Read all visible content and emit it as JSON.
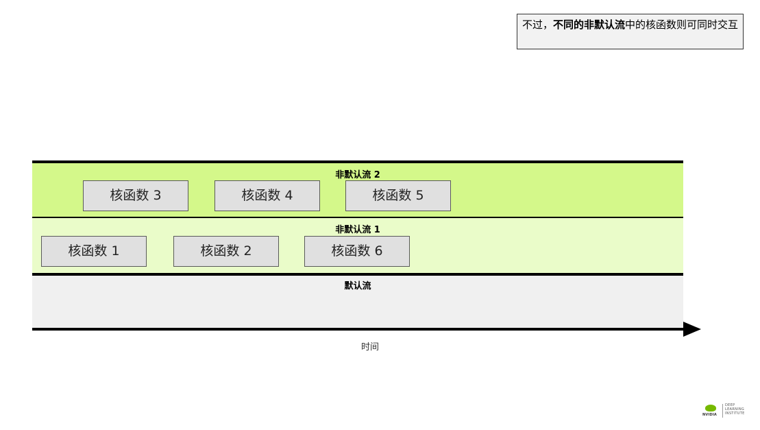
{
  "callout": {
    "prefix": "不过，",
    "bold": "不同的非默认流",
    "suffix": "中的核函数则可同时交互"
  },
  "lanes": {
    "non_default_2": "非默认流 2",
    "non_default_1": "非默认流 1",
    "default": "默认流"
  },
  "kernels": {
    "k3": "核函数 3",
    "k4": "核函数 4",
    "k5": "核函数 5",
    "k1": "核函数 1",
    "k2": "核函数 2",
    "k6": "核函数 6"
  },
  "axis": {
    "label": "时间"
  },
  "logo": {
    "brand": "NVIDIA",
    "line1": "DEEP",
    "line2": "LEARNING",
    "line3": "INSTITUTE"
  },
  "colors": {
    "non_default_2_lane": "#d4f88a",
    "non_default_1_lane": "#eafcc9",
    "default_lane": "#f0f0f0",
    "kernel_box": "#e0e0e0",
    "brand_green": "#76b900"
  }
}
